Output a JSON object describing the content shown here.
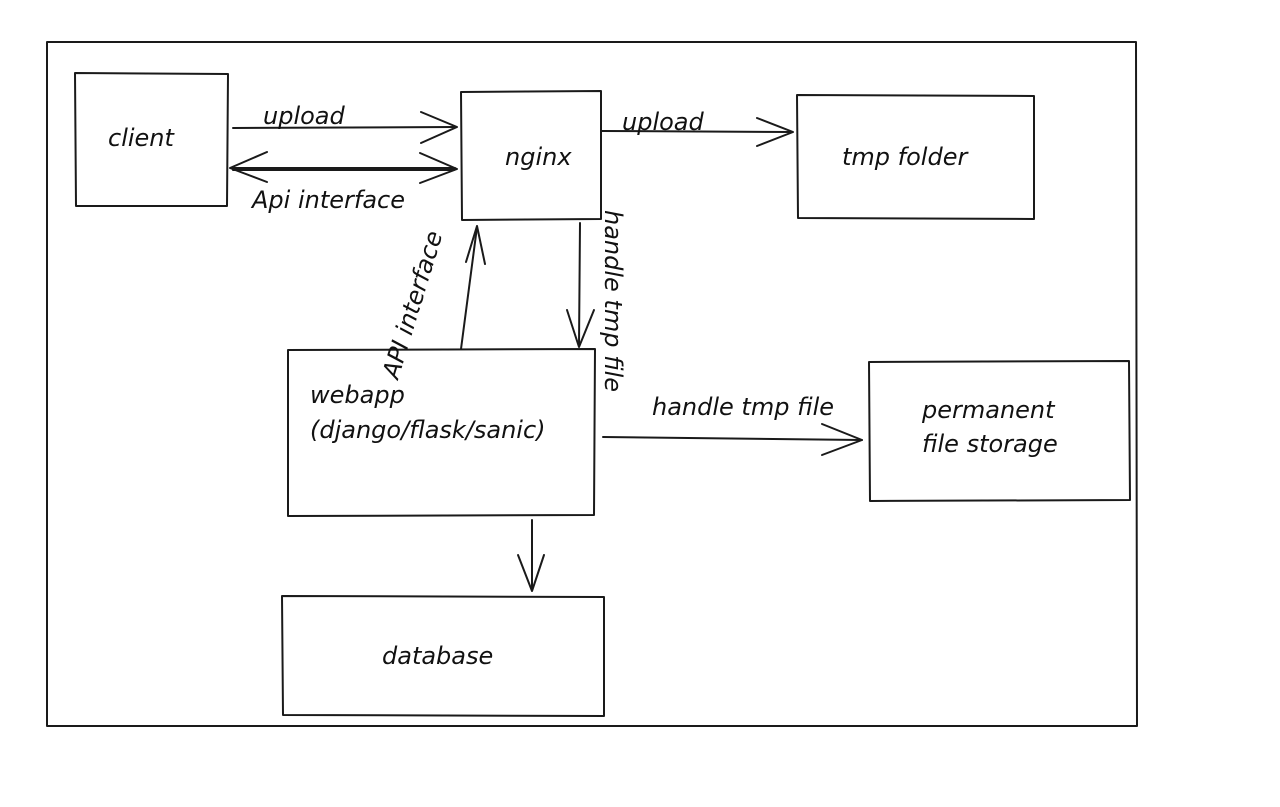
{
  "diagram": {
    "nodes": {
      "client": "client",
      "nginx": "nginx",
      "tmp_folder": "tmp folder",
      "webapp_line1": "webapp",
      "webapp_line2": "(django/flask/sanic)",
      "permanent_line1": "permanent",
      "permanent_line2": "file storage",
      "database": "database"
    },
    "edges": {
      "client_to_nginx_upload": "upload",
      "nginx_client_api": "Api interface",
      "nginx_to_tmp_upload": "upload",
      "nginx_to_webapp": "handle tmp file",
      "webapp_to_nginx": "API interface",
      "webapp_to_permanent": "handle tmp file"
    }
  }
}
